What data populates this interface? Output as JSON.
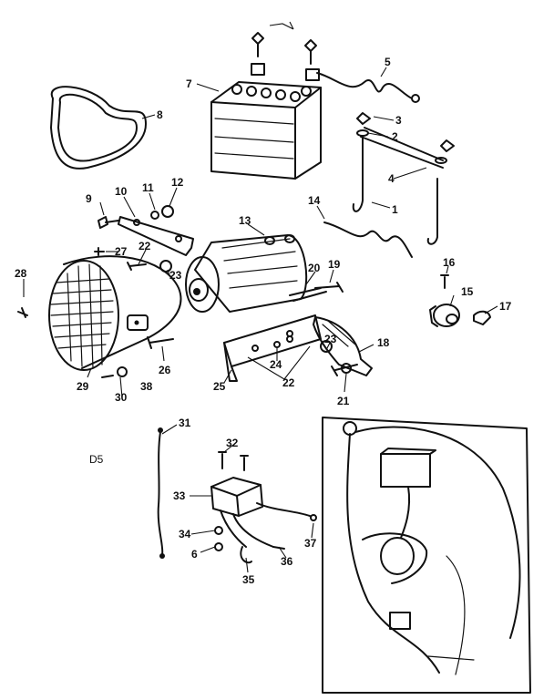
{
  "figure_code": "D5",
  "callouts": {
    "c1": "1",
    "c2": "2",
    "c3": "3",
    "c4": "4",
    "c5": "5",
    "c6": "6",
    "c7": "7",
    "c8": "8",
    "c9": "9",
    "c10": "10",
    "c11": "11",
    "c12": "12",
    "c13": "13",
    "c14": "14",
    "c15": "15",
    "c16": "16",
    "c17": "17",
    "c18": "18",
    "c19": "19",
    "c20": "20",
    "c21": "21",
    "c22a": "22",
    "c22b": "22",
    "c23a": "23",
    "c23b": "23",
    "c24": "24",
    "c25": "25",
    "c26": "26",
    "c27": "27",
    "c28": "28",
    "c29": "29",
    "c30": "30",
    "c31": "31",
    "c32": "32",
    "c33": "33",
    "c34": "34",
    "c35": "35",
    "c36": "36",
    "c37": "37",
    "c38": "38"
  }
}
